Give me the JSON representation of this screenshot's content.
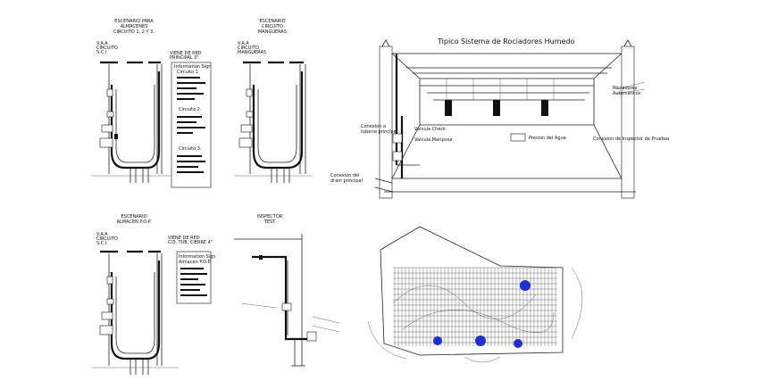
{
  "detail_a": {
    "title_line1": "ESCENARIO PARA",
    "title_line2": "ALMACENES",
    "title_line3": "CIRCUITO 1, 2 Y 3.",
    "side_label_line1": "V.A.A",
    "side_label_line2": "CIRCUITO",
    "side_label_line3": "S.C.I.",
    "valve_label_line1": "VIENE DE RED",
    "valve_label_line2": "PRINCIPAL 3\"",
    "sign_header_line1": "Information Sign",
    "sign_header_line2": "Circuito 1",
    "sign_circuit2": "Circuito 2.",
    "sign_circuit3": "Circuito 3."
  },
  "detail_b": {
    "title_line1": "ESCENARIO",
    "title_line2": "CIRCUITO",
    "title_line3": "MANGUERAS",
    "side_label_line1": "V.A.A",
    "side_label_line2": "CIRCUITO",
    "side_label_line3": "MANGUERAS"
  },
  "detail_c": {
    "title_line1": "ESCENARIO",
    "title_line2": "ALMACEN P.O.P.",
    "side_label_line1": "V.A.A",
    "side_label_line2": "CIRCUITO",
    "side_label_line3": "S.C.I.",
    "valve_label_line1": "VIENE DE RED",
    "valve_label_line2": "C/3, TUB. CIERRE 4\"",
    "sign_header_line1": "Information Sign",
    "sign_header_line2": "Almacen P.O.P."
  },
  "detail_d": {
    "title_line1": "INSPECTOR",
    "title_line2": "TEST"
  },
  "section": {
    "title": "Tipico Sistema de Rociadores Humedo",
    "label_sprinklers_line1": "Rociadores",
    "label_sprinklers_line2": "Automaticos",
    "label_connection_line1": "Conexion a",
    "label_connection_line2": "tuberia principal",
    "label_check_valve": "Valvula Check",
    "label_bypass_valve": "Valvula Mariposa",
    "label_pressure": "Presion del Agua",
    "label_inspector": "Conexion de Inspector de Pruebas",
    "label_drain_line1": "Conexion del",
    "label_drain_line2": "drain principal"
  },
  "plan": {
    "marker_color": "#1e2fd6"
  }
}
